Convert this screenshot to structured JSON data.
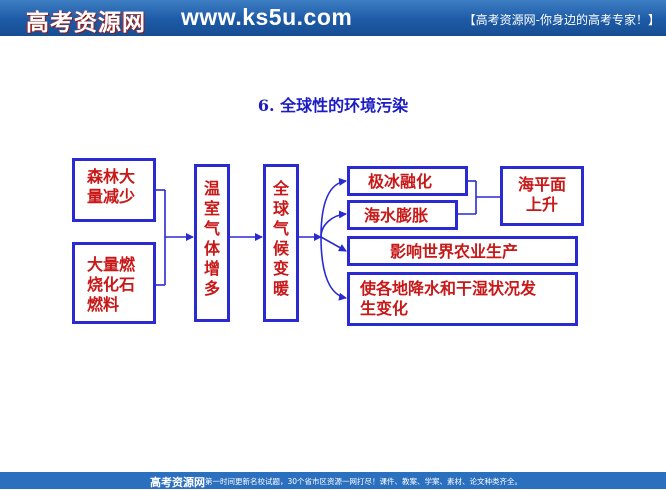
{
  "header": {
    "logo": "高考资源网",
    "site": "www.ks5u.com",
    "slogan": "【高考资源网-你身边的高考专家！】"
  },
  "title": "6. 全球性的环境污染",
  "diagram": {
    "causes": [
      {
        "lines": [
          "森林大",
          "量减少"
        ]
      },
      {
        "lines": [
          "大量燃",
          "烧化石",
          "燃料"
        ]
      }
    ],
    "greenhouse": [
      "温",
      "室",
      "气",
      "体",
      "增",
      "多"
    ],
    "warming": [
      "全",
      "球",
      "气",
      "候",
      "变",
      "暖"
    ],
    "effects": [
      "极冰融化",
      "海水膨胀",
      "影响世界农业生产",
      {
        "lines": [
          "使各地降水和干湿状况发",
          "生变化"
        ]
      }
    ],
    "sea_level": [
      "海平面",
      "上升"
    ]
  },
  "footer": {
    "logo": "高考资源网",
    "text": "第一时间更新名校试题，30个省市区资源一网打尽！课件、教案、学案、素材、论文种类齐全。"
  }
}
